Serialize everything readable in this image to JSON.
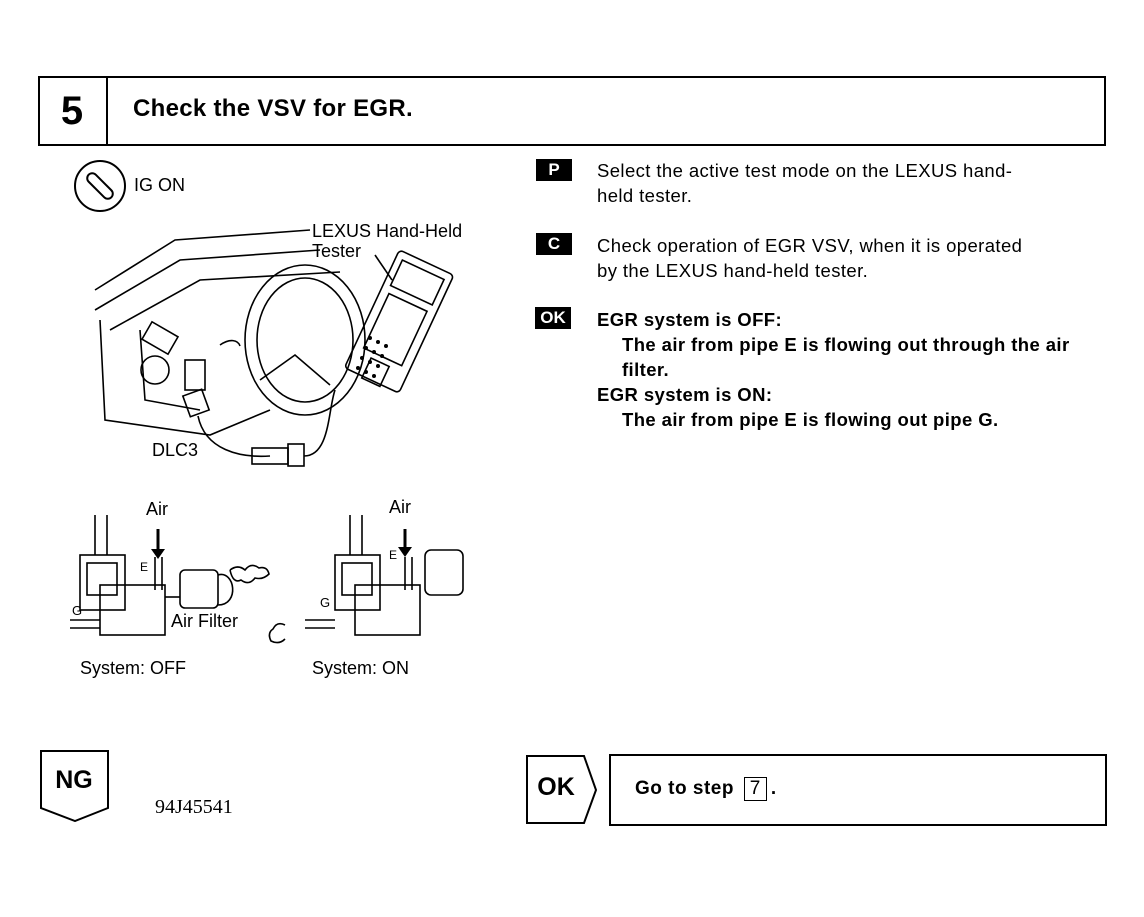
{
  "header": {
    "step_number": "5",
    "title": "Check the VSV for EGR."
  },
  "ignition": {
    "label": "IG ON"
  },
  "diagram": {
    "tester_label_line1": "LEXUS Hand-Held",
    "tester_label_line2": "Tester",
    "connector_label": "DLC3",
    "air_left": "Air",
    "air_right": "Air",
    "pipe_e_left": "E",
    "pipe_e_right": "E",
    "pipe_g_left": "G",
    "pipe_g_right": "G",
    "air_filter_label": "Air Filter",
    "system_left": "System:   OFF",
    "system_right": "System:   ON"
  },
  "instructions": {
    "p_badge": "P",
    "p_text_line1": "Select the active test mode on the LEXUS hand-",
    "p_text_line2": "held tester.",
    "c_badge": "C",
    "c_text_line1": "Check operation of EGR VSV, when it is operated",
    "c_text_line2": "by the LEXUS hand-held tester.",
    "ok_badge": "OK",
    "off_heading": "EGR system is OFF:",
    "off_detail_line1": "The air from pipe E is flowing out through the air",
    "off_detail_line2": "filter.",
    "on_heading": "EGR system is ON:",
    "on_detail": "The air from pipe E is flowing out pipe G."
  },
  "result": {
    "ng_label": "NG",
    "ok_label": "OK",
    "goto_prefix": "Go to step",
    "goto_step": "7",
    "goto_suffix": "."
  },
  "figure_code": "94J45541"
}
